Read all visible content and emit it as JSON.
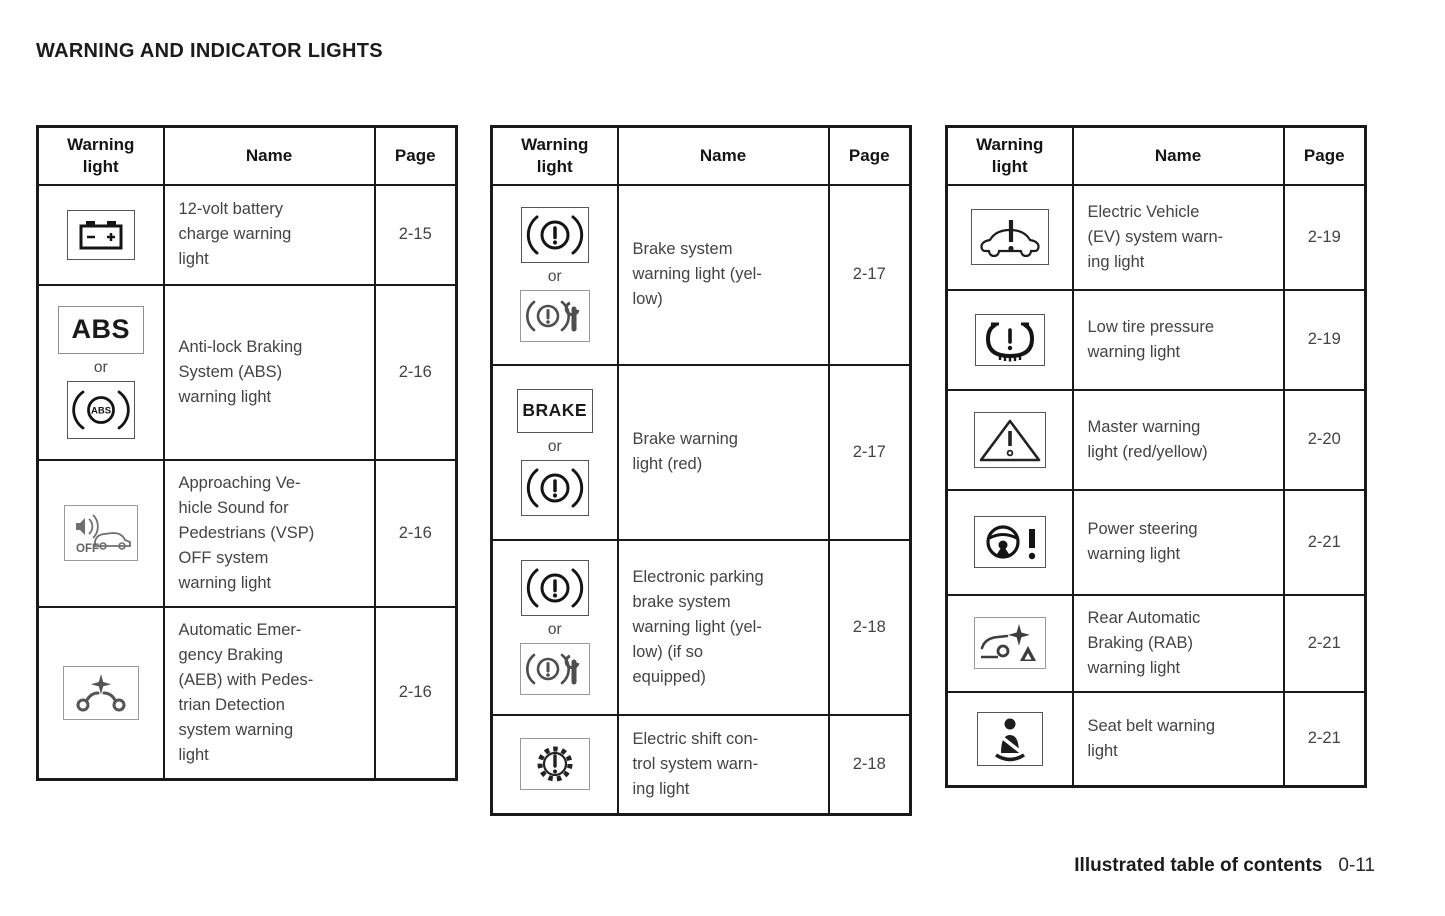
{
  "page": {
    "title": "WARNING AND INDICATOR LIGHTS",
    "background": "#ffffff",
    "border_color": "#1a1a1a"
  },
  "column_headers": {
    "warning_light": [
      "Warning",
      "light"
    ],
    "name": "Name",
    "page": "Page"
  },
  "footer": {
    "label": "Illustrated table of contents",
    "page_number": "0-11"
  },
  "tables": [
    {
      "rows": [
        {
          "icons": [
            "battery-icon"
          ],
          "name": [
            "12-volt battery",
            "charge warning",
            "light"
          ],
          "page": "2-15"
        },
        {
          "icons": [
            "abs-text-indicator",
            "abs-circle-icon"
          ],
          "icon_box_label": "ABS",
          "separator": "or",
          "icon_circle_label": "ABS",
          "name": [
            "Anti-lock Braking",
            "System (ABS)",
            "warning light"
          ],
          "page": "2-16"
        },
        {
          "icons": [
            "vsp-off-icon"
          ],
          "off_label": "OFF",
          "name": [
            "Approaching Ve-",
            "hicle Sound for",
            "Pedestrians (VSP)",
            "OFF system",
            "warning light"
          ],
          "page": "2-16"
        },
        {
          "icons": [
            "aeb-pedestrian-icon"
          ],
          "name": [
            "Automatic Emer-",
            "gency Braking",
            "(AEB) with Pedes-",
            "trian Detection",
            "system warning",
            "light"
          ],
          "page": "2-16"
        }
      ]
    },
    {
      "rows": [
        {
          "icons": [
            "brake-warning-icon",
            "brake-malfunction-wrench-icon"
          ],
          "separator": "or",
          "name": [
            "Brake system",
            "warning light (yel-",
            "low)"
          ],
          "page": "2-17"
        },
        {
          "icons": [
            "brake-text-indicator",
            "brake-warning-icon"
          ],
          "icon_box_label": "BRAKE",
          "separator": "or",
          "name": [
            "Brake warning",
            "light (red)"
          ],
          "page": "2-17"
        },
        {
          "icons": [
            "brake-warning-icon",
            "brake-malfunction-wrench-icon"
          ],
          "separator": "or",
          "name": [
            "Electronic parking",
            "brake system",
            "warning light (yel-",
            "low) (if so",
            "equipped)"
          ],
          "page": "2-18"
        },
        {
          "icons": [
            "electric-shift-gear-icon"
          ],
          "name": [
            "Electric shift con-",
            "trol system warn-",
            "ing light"
          ],
          "page": "2-18"
        }
      ]
    },
    {
      "rows": [
        {
          "icons": [
            "ev-system-warning-icon"
          ],
          "name": [
            "Electric Vehicle",
            "(EV) system warn-",
            "ing light"
          ],
          "page": "2-19"
        },
        {
          "icons": [
            "low-tire-pressure-icon"
          ],
          "name": [
            "Low tire pressure",
            "warning light"
          ],
          "page": "2-19"
        },
        {
          "icons": [
            "master-warning-triangle-icon"
          ],
          "name": [
            "Master warning",
            "light (red/yellow)"
          ],
          "page": "2-20"
        },
        {
          "icons": [
            "power-steering-icon"
          ],
          "name": [
            "Power steering",
            "warning light"
          ],
          "page": "2-21"
        },
        {
          "icons": [
            "rear-automatic-braking-icon"
          ],
          "name": [
            "Rear Automatic",
            "Braking (RAB)",
            "warning light"
          ],
          "page": "2-21"
        },
        {
          "icons": [
            "seat-belt-icon"
          ],
          "name": [
            "Seat belt warning",
            "light"
          ],
          "page": "2-21"
        }
      ]
    }
  ]
}
